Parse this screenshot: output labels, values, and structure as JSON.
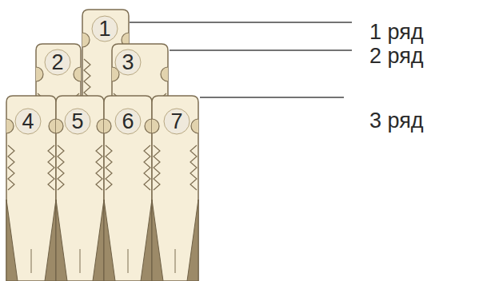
{
  "diagram": {
    "labels": [
      "1",
      "2",
      "3",
      "4",
      "5",
      "6",
      "7",
      "1 ряд",
      "2 ряд",
      "3 ряд"
    ]
  }
}
